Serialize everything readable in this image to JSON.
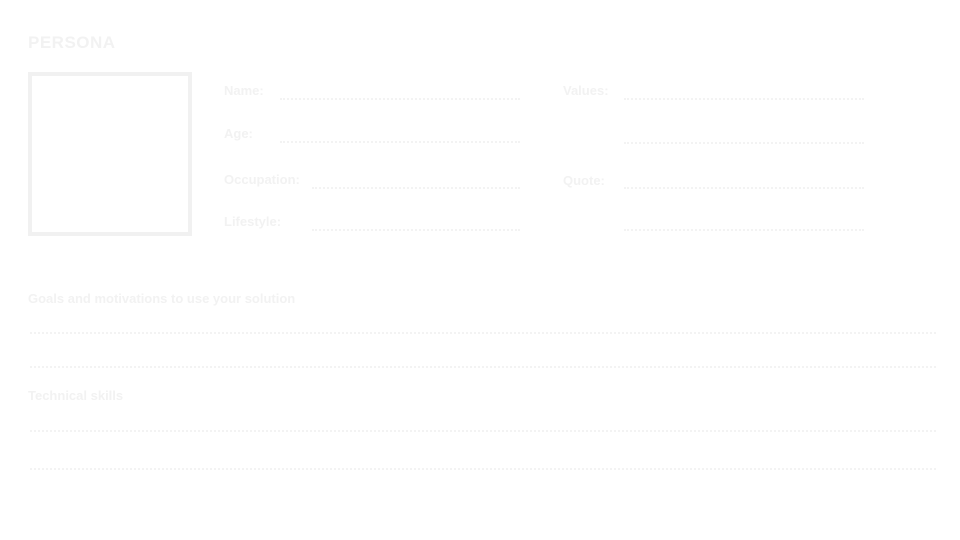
{
  "page": {
    "title": "PERSONA"
  },
  "colors": {
    "text": "#f2f2f2",
    "lines": "#f3f3f3",
    "frame": "#f1f1f1",
    "background": "#ffffff"
  },
  "fields": {
    "name_label": "Name:",
    "age_label": "Age:",
    "occupation_label": "Occupation:",
    "lifestyle_label": "Lifestyle:",
    "values_label": "Values:",
    "quote_label": "Quote:"
  },
  "sections": {
    "goals_heading": "Goals and motivations to use your solution",
    "technical_heading": "Technical skills"
  }
}
